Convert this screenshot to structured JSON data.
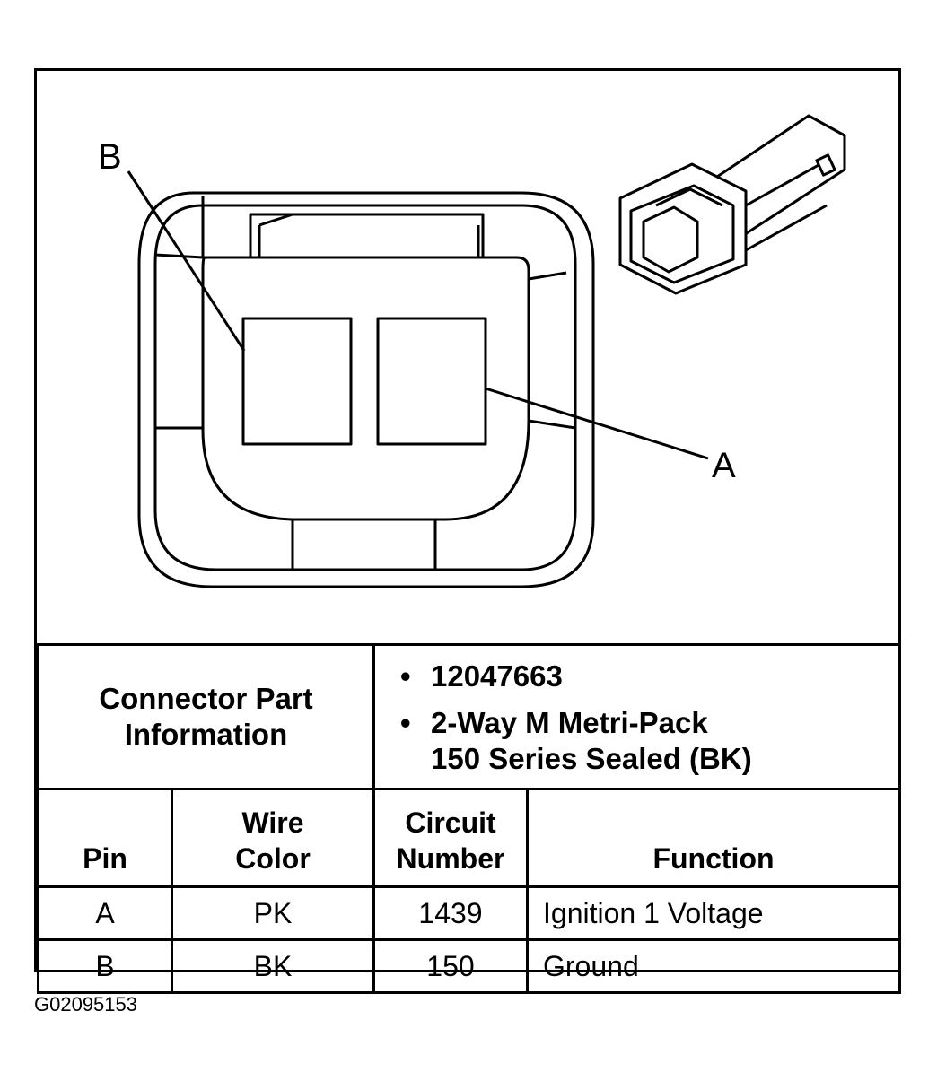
{
  "callouts": {
    "b": "B",
    "a": "A"
  },
  "connector_info": {
    "label": "Connector Part Information",
    "part_number": "12047663",
    "description_line1": "2-Way M Metri-Pack",
    "description_line2": "150 Series Sealed (BK)"
  },
  "columns": {
    "pin": "Pin",
    "wire_color_line1": "Wire",
    "wire_color_line2": "Color",
    "circuit_line1": "Circuit",
    "circuit_line2": "Number",
    "function": "Function"
  },
  "rows": [
    {
      "pin": "A",
      "wire_color": "PK",
      "circuit": "1439",
      "function": "Ignition 1 Voltage"
    },
    {
      "pin": "B",
      "wire_color": "BK",
      "circuit": "150",
      "function": "Ground"
    }
  ],
  "figure_id": "G02095153"
}
